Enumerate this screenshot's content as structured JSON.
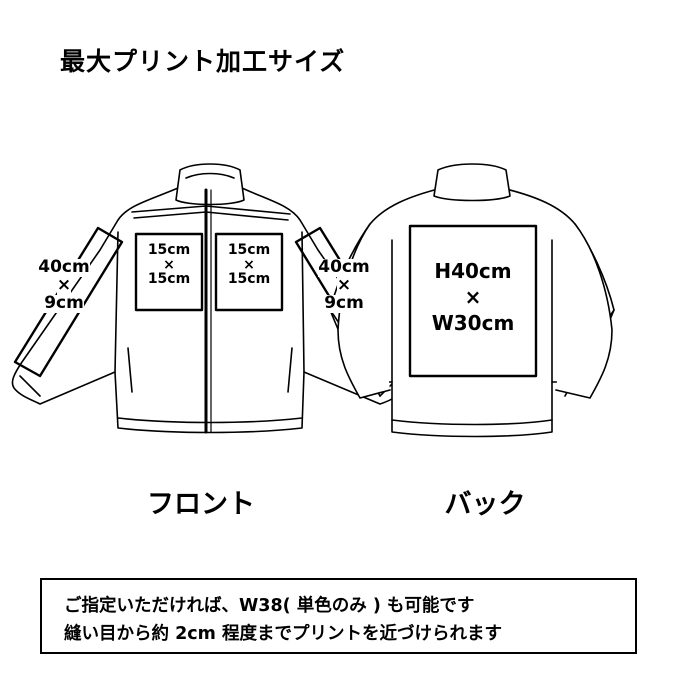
{
  "title": "最大プリント加工サイズ",
  "front": {
    "caption": "フロント",
    "chest_left": {
      "line1": "15cm",
      "line2": "×",
      "line3": "15cm"
    },
    "chest_right": {
      "line1": "15cm",
      "line2": "×",
      "line3": "15cm"
    },
    "sleeve_left": {
      "line1": "40cm",
      "line2": "×",
      "line3": "9cm"
    },
    "sleeve_right": {
      "line1": "40cm",
      "line2": "×",
      "line3": "9cm"
    }
  },
  "back": {
    "caption": "バック",
    "area": {
      "line1": "H40cm",
      "line2": "×",
      "line3": "W30cm"
    }
  },
  "note": {
    "line1": "ご指定いただければ、W38( 単色のみ ) も可能です",
    "line2": "縫い目から約 2cm 程度までプリントを近づけられます"
  }
}
